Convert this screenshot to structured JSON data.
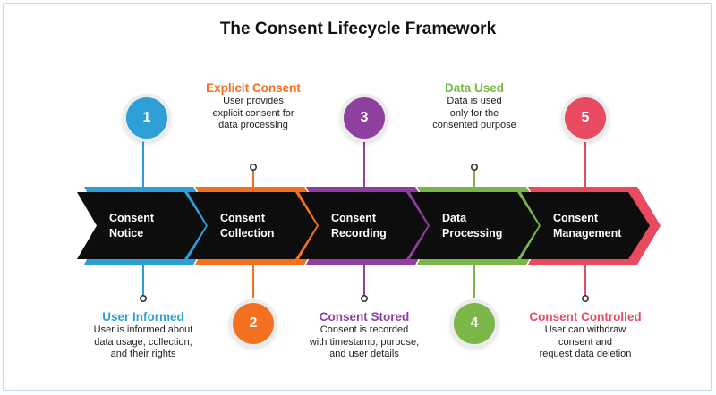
{
  "title": "The Consent Lifecycle Framework",
  "colors": {
    "blue": "#2e9fd6",
    "orange": "#f37021",
    "purple": "#8e3fa0",
    "green": "#7ab648",
    "red": "#e84a5f",
    "arrow": "#0d0d0d"
  },
  "stages": [
    {
      "number": "1",
      "label": "Consent\nNotice",
      "heading": "User Informed",
      "desc": "User is informed about\ndata usage, collection,\nand their rights",
      "color": "#2e9fd6"
    },
    {
      "number": "2",
      "label": "Consent\nCollection",
      "heading": "Explicit Consent",
      "desc": "User provides\nexplicit consent for\ndata processing",
      "color": "#f37021"
    },
    {
      "number": "3",
      "label": "Consent\nRecording",
      "heading": "Consent Stored",
      "desc": "Consent is recorded\nwith timestamp, purpose,\nand user details",
      "color": "#8e3fa0"
    },
    {
      "number": "4",
      "label": "Data\nProcessing",
      "heading": "Data Used",
      "desc": "Data is used\nonly for the\nconsented purpose",
      "color": "#7ab648"
    },
    {
      "number": "5",
      "label": "Consent\nManagement",
      "heading": "Consent Controlled",
      "desc": "User can withdraw\nconsent and\nrequest data deletion",
      "color": "#e84a5f"
    }
  ]
}
